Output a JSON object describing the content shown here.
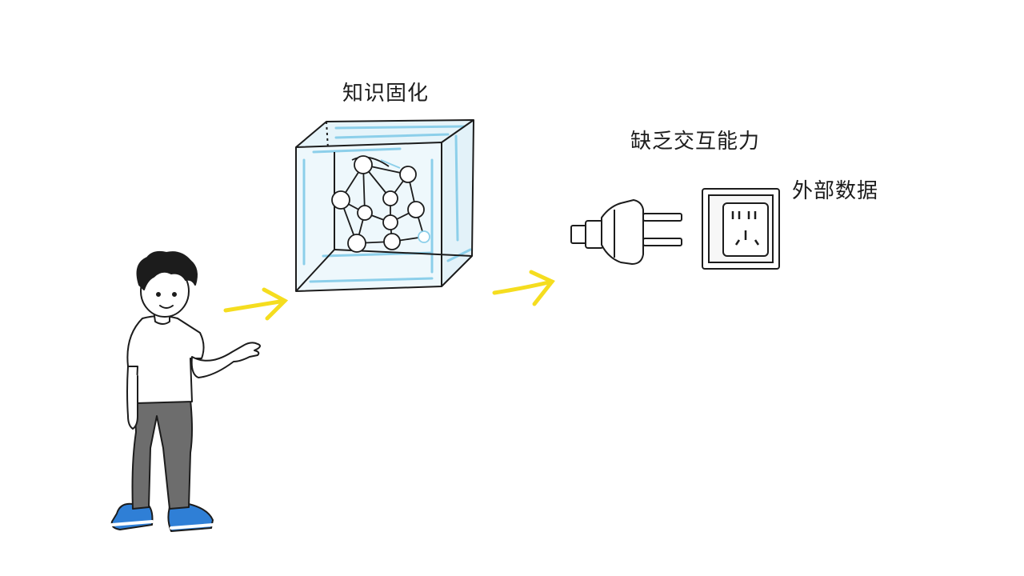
{
  "labels": {
    "knowledge_solidified": "知识固化",
    "lacks_interaction": "缺乏交互能力",
    "external_data": "外部数据"
  },
  "colors": {
    "ink": "#1c1c1c",
    "arrow": "#f5dd1f",
    "ice": "#8ccfea",
    "shoe": "#2f7fd6",
    "pants": "#6d6d6d"
  },
  "icons": [
    "person-illustration",
    "frozen-cube-icon",
    "knowledge-network-icon",
    "arrow-icon",
    "plug-icon",
    "socket-icon"
  ]
}
